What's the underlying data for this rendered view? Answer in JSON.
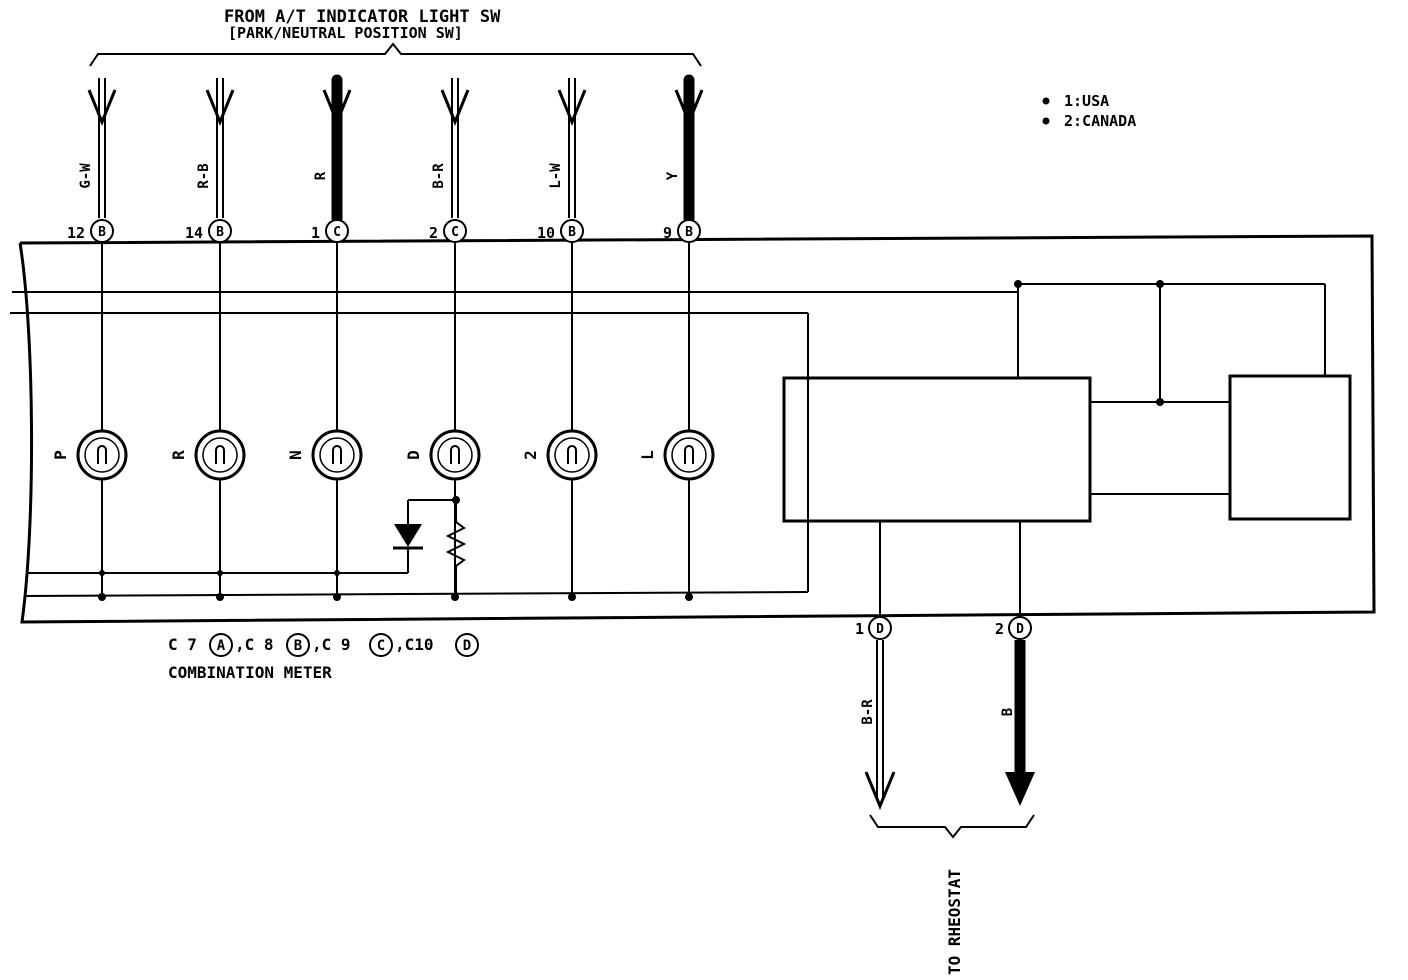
{
  "header": {
    "line1": "FROM A/T INDICATOR LIGHT SW",
    "line2": "[PARK/NEUTRAL POSITION SW]"
  },
  "legend": {
    "usa": "1:USA",
    "canada": "2:CANADA"
  },
  "top_wires": [
    {
      "color": "G-W",
      "pin": "12",
      "connector": "B",
      "lamp": "P",
      "style": "double"
    },
    {
      "color": "R-B",
      "pin": "14",
      "connector": "B",
      "lamp": "R",
      "style": "double"
    },
    {
      "color": "R",
      "pin": "1",
      "connector": "C",
      "lamp": "N",
      "style": "thick"
    },
    {
      "color": "B-R",
      "pin": "2",
      "connector": "C",
      "lamp": "D",
      "style": "double"
    },
    {
      "color": "L-W",
      "pin": "10",
      "connector": "B",
      "lamp": "2",
      "style": "double"
    },
    {
      "color": "Y",
      "pin": "9",
      "connector": "B",
      "lamp": "L",
      "style": "thick"
    }
  ],
  "bottom_wires": [
    {
      "color": "B-R",
      "pin": "1",
      "connector": "D",
      "style": "double"
    },
    {
      "color": "B",
      "pin": "2",
      "connector": "D",
      "style": "thick"
    }
  ],
  "connectors": {
    "prefix1": "C 7",
    "c1": "A",
    "prefix2": ",C 8",
    "c2": "B",
    "prefix3": ",C 9",
    "c3": "C",
    "prefix4": ",C10",
    "c4": "D"
  },
  "meter_label": "COMBINATION METER",
  "rheostat_label": "TO RHEOSTAT"
}
